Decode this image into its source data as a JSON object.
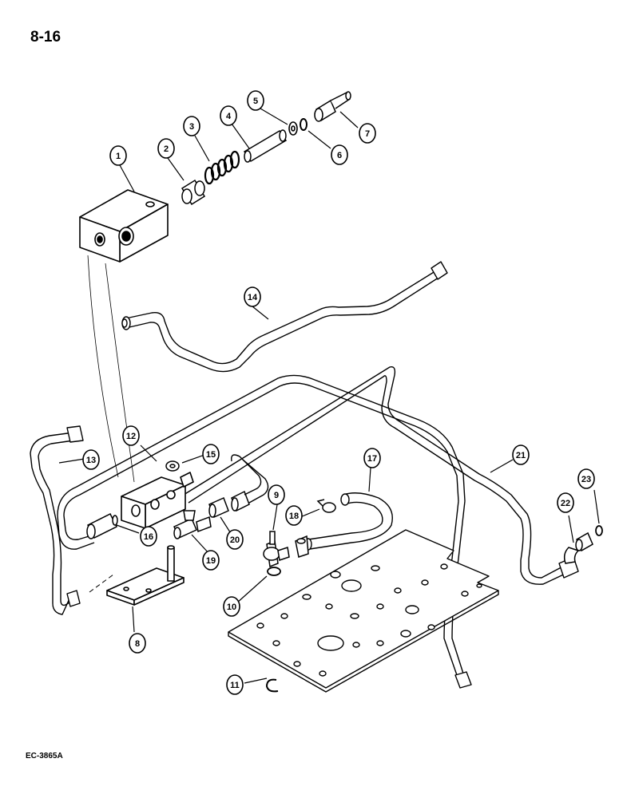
{
  "page": {
    "number": "8-16",
    "figure_code": "EC-3865A"
  },
  "callouts": [
    {
      "id": "c1",
      "label": "1"
    },
    {
      "id": "c2",
      "label": "2"
    },
    {
      "id": "c3",
      "label": "3"
    },
    {
      "id": "c4",
      "label": "4"
    },
    {
      "id": "c5",
      "label": "5"
    },
    {
      "id": "c6",
      "label": "6"
    },
    {
      "id": "c7",
      "label": "7"
    },
    {
      "id": "c8",
      "label": "8"
    },
    {
      "id": "c9",
      "label": "9"
    },
    {
      "id": "c10",
      "label": "10"
    },
    {
      "id": "c11",
      "label": "11"
    },
    {
      "id": "c12",
      "label": "12"
    },
    {
      "id": "c13",
      "label": "13"
    },
    {
      "id": "c14",
      "label": "14"
    },
    {
      "id": "c15",
      "label": "15"
    },
    {
      "id": "c16",
      "label": "16"
    },
    {
      "id": "c17",
      "label": "17"
    },
    {
      "id": "c18",
      "label": "18"
    },
    {
      "id": "c19",
      "label": "19"
    },
    {
      "id": "c20",
      "label": "20"
    },
    {
      "id": "c21",
      "label": "21"
    },
    {
      "id": "c22",
      "label": "22"
    },
    {
      "id": "c23",
      "label": "23"
    }
  ]
}
